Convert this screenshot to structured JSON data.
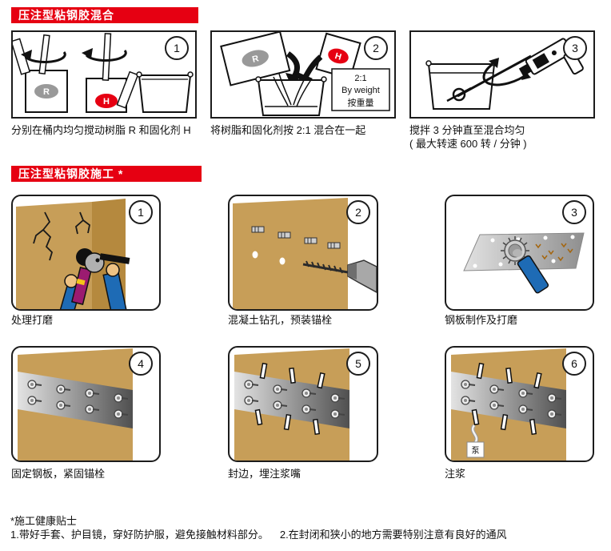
{
  "colors": {
    "accent_red": "#e60012",
    "wall_light": "#c79e58",
    "wall_dark": "#b5893e",
    "steel_light": "#e3e3e3",
    "steel_dark": "#4f4f4f",
    "resin_gray": "#999999",
    "sleeve_blue": "#1e6bb5",
    "grinder_magenta": "#9b1b70"
  },
  "sections": [
    {
      "title": "压注型粘钢胶混合",
      "steps": [
        {
          "number": "1",
          "caption": "分别在桶内均匀搅动树脂 R 和固化剂 H",
          "resin_label": "R",
          "hardener_label": "H"
        },
        {
          "number": "2",
          "caption": "将树脂和固化剂按 2:1 混合在一起",
          "resin_label": "R",
          "hardener_label": "H",
          "ratio_box": {
            "ratio": "2:1",
            "by_weight_en": "By weight",
            "by_weight_cn": "按重量"
          }
        },
        {
          "number": "3",
          "caption_line1": "搅拌 3 分钟直至混合均匀",
          "caption_line2": "( 最大转速 600 转 / 分钟 )"
        }
      ]
    },
    {
      "title": "压注型粘钢胶施工 *",
      "steps": [
        {
          "number": "1",
          "caption": "处理打磨"
        },
        {
          "number": "2",
          "caption": "混凝土钻孔，预装锚栓"
        },
        {
          "number": "3",
          "caption": "钢板制作及打磨"
        },
        {
          "number": "4",
          "caption": "固定钢板，紧固锚栓"
        },
        {
          "number": "5",
          "caption": "封边，埋注浆嘴"
        },
        {
          "number": "6",
          "caption": "注浆",
          "pump_label": "泵"
        }
      ]
    }
  ],
  "footer": {
    "title": "*施工健康贴士",
    "notes": [
      "1.带好手套、护目镜，穿好防护服，避免接触材料部分。",
      "2.在封闭和狭小的地方需要特别注意有良好的通风"
    ]
  }
}
